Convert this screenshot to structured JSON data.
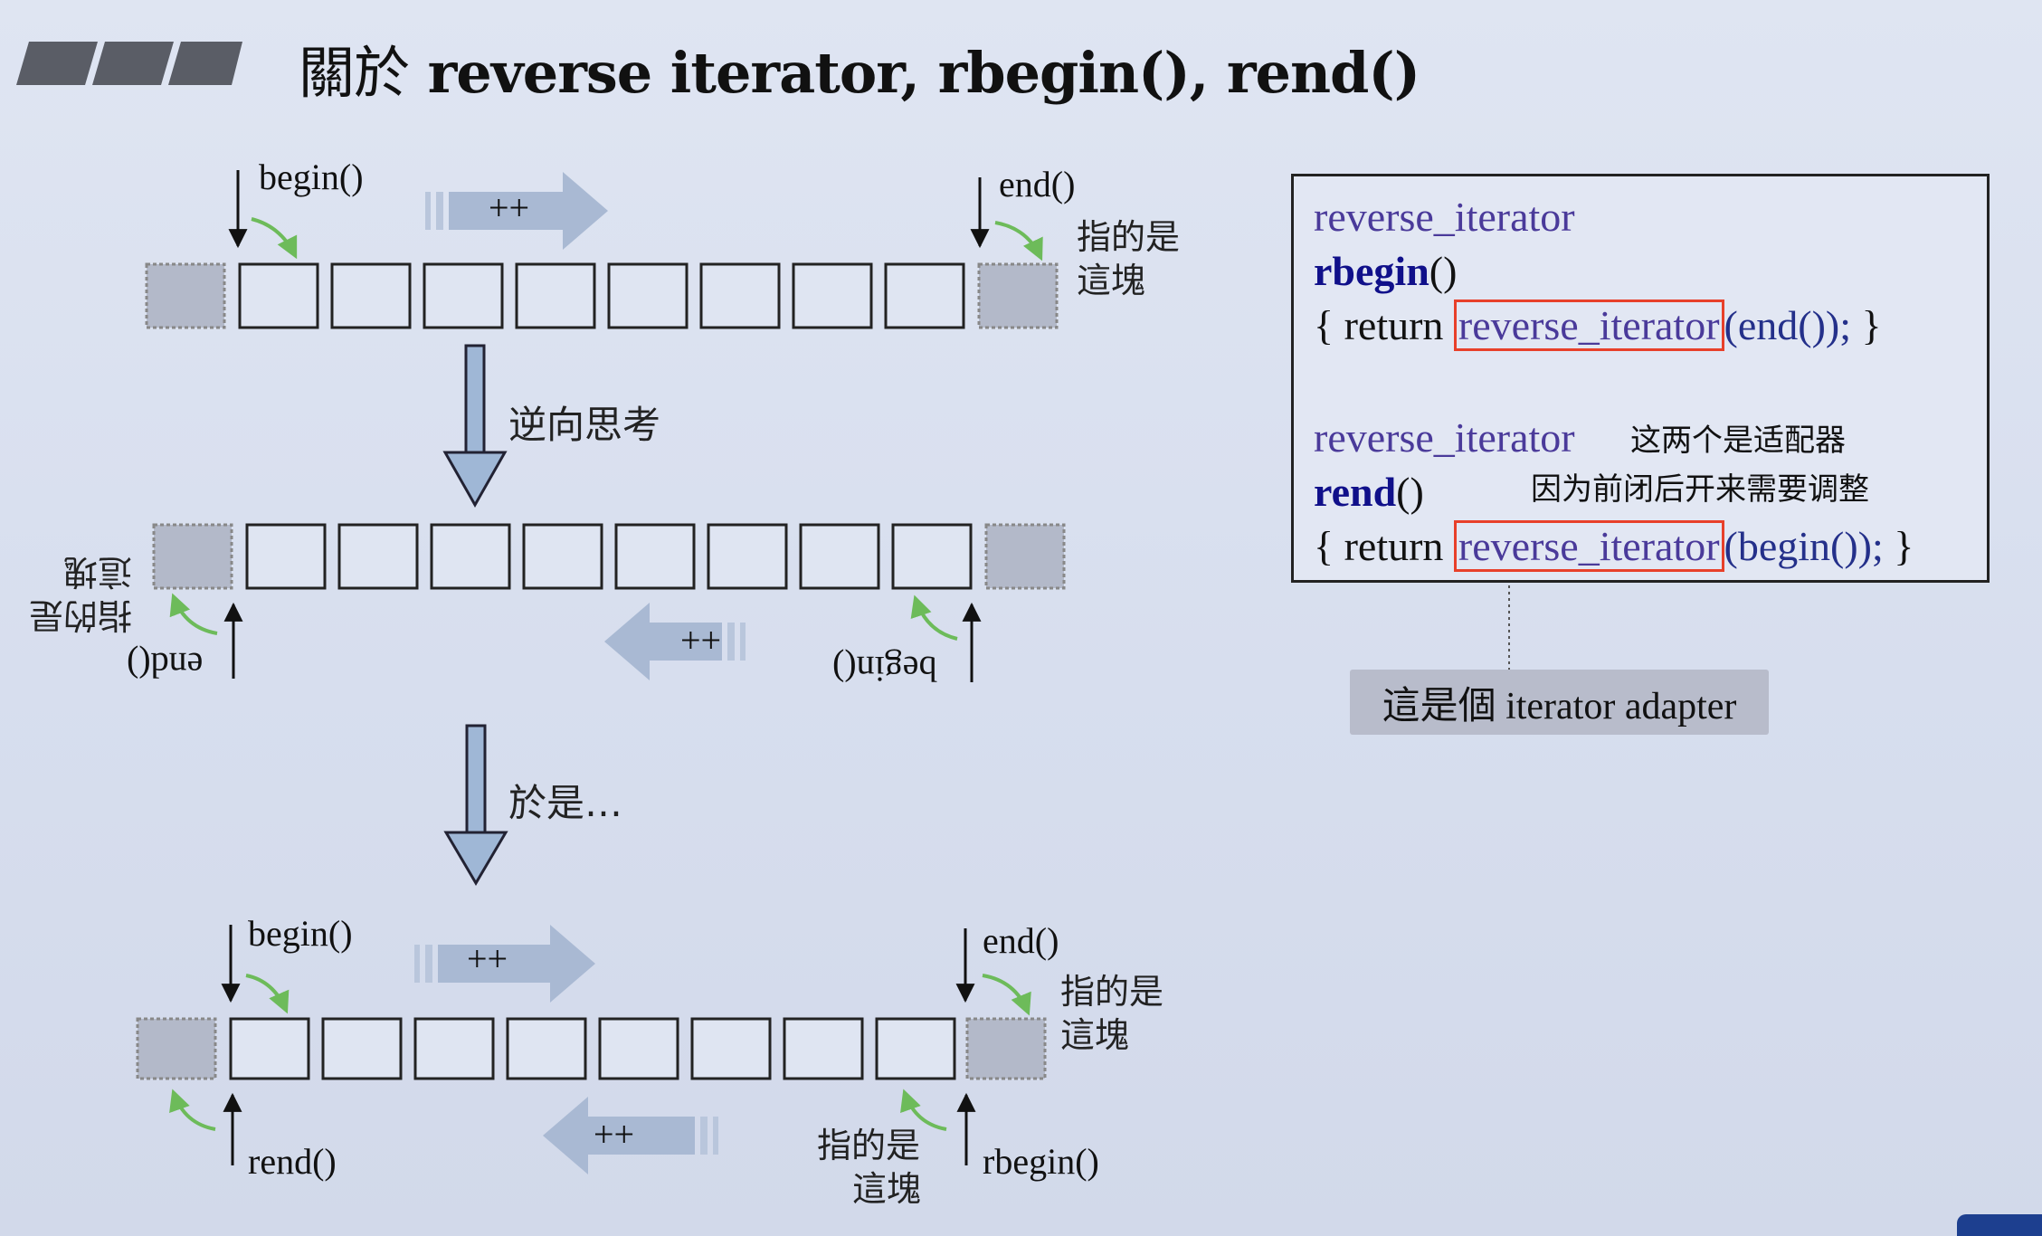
{
  "title": {
    "cjk": "關於",
    "latin": "reverse iterator, rbegin(), rend()"
  },
  "row1": {
    "begin_label": "begin()",
    "end_label": "end()",
    "plusplus": "++",
    "points_to": [
      "指的是",
      "這塊"
    ]
  },
  "transition1": "逆向思考",
  "row2": {
    "end_label": "end()",
    "begin_label": "begin()",
    "plusplus": "++",
    "points_to": [
      "指的是",
      "這塊"
    ]
  },
  "transition2": "於是…",
  "row3": {
    "begin_label": "begin()",
    "end_label": "end()",
    "rend_label": "rend()",
    "rbegin_label": "rbegin()",
    "plusplus_top": "++",
    "plusplus_bottom": "++",
    "points_to_right": [
      "指的是",
      "這塊"
    ],
    "points_to_bottom": [
      "指的是",
      "這塊"
    ]
  },
  "code": {
    "l1": "reverse_iterator",
    "l2": "rbegin",
    "l2b": "()",
    "l3_open": "{ return ",
    "l3_hl": "reverse_iterator",
    "l3_arg": "(end());",
    "l3_close": " }",
    "l4": "reverse_iterator",
    "l5": "rend",
    "l5b": "()",
    "l6_open": "{ return ",
    "l6_hl": "reverse_iterator",
    "l6_arg": "(begin());",
    "l6_close": " }",
    "note1": "这两个是适配器",
    "note2": "因为前闭后开来需要调整"
  },
  "adapter_label": "這是個 iterator adapter",
  "colors": {
    "cell_fill": "#dfe5f2",
    "gray_cell": "#b3b9c9",
    "green_arrow": "#6dbb5a",
    "big_arrow": "#9fb7d6",
    "hl_border": "#e8402a",
    "badge": "#1d3f8f"
  }
}
